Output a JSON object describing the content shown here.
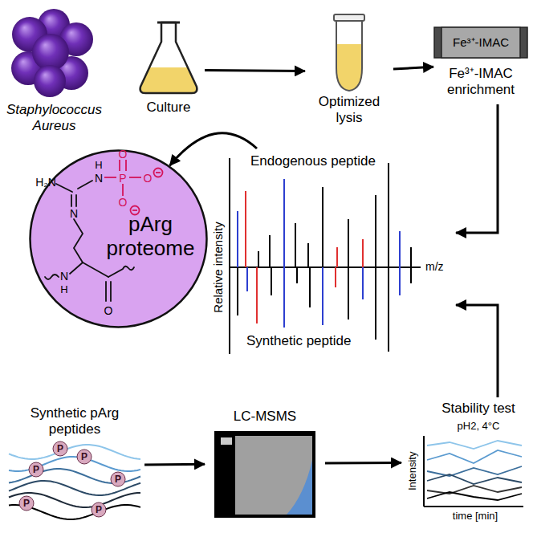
{
  "diagram": {
    "nodes": [
      {
        "text": [
          "Staphylococcus Aureus"
        ]
      },
      {
        "text": [
          "Culture"
        ]
      },
      {
        "text": [
          "Optimized lysis"
        ]
      },
      {
        "text": [
          "Fe³⁺-IMAC",
          "Fe³⁺-IMAC enrichment"
        ]
      },
      {
        "text": [
          "pArg proteome"
        ]
      },
      {
        "text": [
          "Endogenous peptide",
          "Synthetic peptide",
          "Relative intensity",
          "m/z"
        ]
      },
      {
        "text": [
          "Synthetic pArg peptides"
        ]
      },
      {
        "text": [
          "LC-MSMS"
        ]
      },
      {
        "text": [
          "Stability test",
          "pH2, 4°C",
          "Intensity",
          "time [min]"
        ]
      }
    ],
    "edges": [
      {
        "from": 1,
        "to": 2,
        "arrow": "to"
      },
      {
        "from": 2,
        "to": 3,
        "arrow": "to"
      },
      {
        "from": 3,
        "to": 5,
        "arrow": "to"
      },
      {
        "from": 5,
        "to": 4,
        "arrow": "to"
      },
      {
        "from": 6,
        "to": 7,
        "arrow": "to"
      },
      {
        "from": 7,
        "to": 8,
        "arrow": "to"
      },
      {
        "from": 8,
        "to": 5,
        "arrow": "to"
      }
    ],
    "labels": [
      "H₂N",
      "H",
      "N",
      "N",
      "P",
      "O",
      "O",
      "O",
      "N",
      "H",
      "O",
      "P",
      "P",
      "P",
      "P",
      "P",
      "P"
    ]
  }
}
